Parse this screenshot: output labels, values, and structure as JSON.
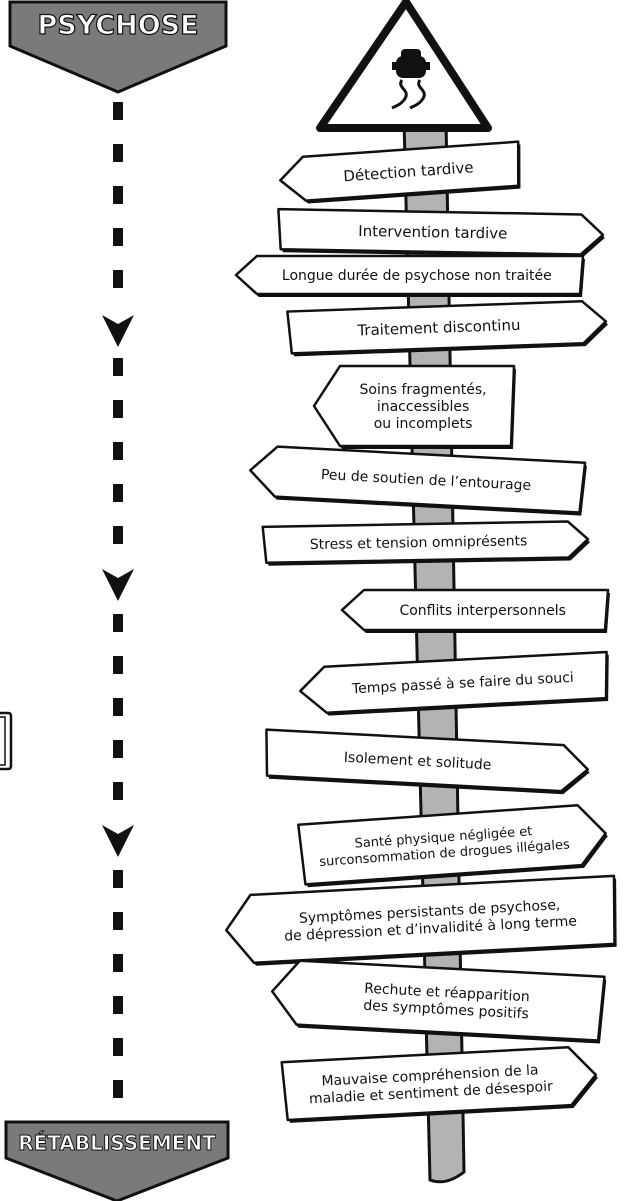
{
  "colors": {
    "header_fill": "#7a7a7a",
    "pole_fill": "#b3b3b3",
    "outline": "#111111",
    "sign_fill": "#ffffff"
  },
  "left_column": {
    "top_label": "PSYCHOSE",
    "bottom_label": "RÉTABLISSEMENT",
    "direction_icon": "chevron-down-icon"
  },
  "warning_sign": {
    "icon": "skidding-car-icon"
  },
  "signs": [
    {
      "lines": [
        "Détection tardive"
      ]
    },
    {
      "lines": [
        "Intervention tardive"
      ]
    },
    {
      "lines": [
        "Longue durée de psychose non traitée"
      ]
    },
    {
      "lines": [
        "Traitement discontinu"
      ]
    },
    {
      "lines": [
        "Soins fragmentés,",
        "inaccessibles",
        "ou incomplets"
      ]
    },
    {
      "lines": [
        "Peu de soutien de l’entourage"
      ]
    },
    {
      "lines": [
        "Stress et tension omniprésents"
      ]
    },
    {
      "lines": [
        "Conflits interpersonnels"
      ]
    },
    {
      "lines": [
        "Temps passé à se faire du souci"
      ]
    },
    {
      "lines": [
        "Isolement et solitude"
      ]
    },
    {
      "lines": [
        "Santé physique négligée et",
        "surconsommation de drogues illégales"
      ]
    },
    {
      "lines": [
        "Symptômes persistants de psychose,",
        "de dépression et d’invalidité à long terme"
      ]
    },
    {
      "lines": [
        "Rechute et réapparition",
        "des symptômes positifs"
      ]
    },
    {
      "lines": [
        "Mauvaise compréhension de la",
        "maladie et sentiment de désespoir"
      ]
    }
  ]
}
